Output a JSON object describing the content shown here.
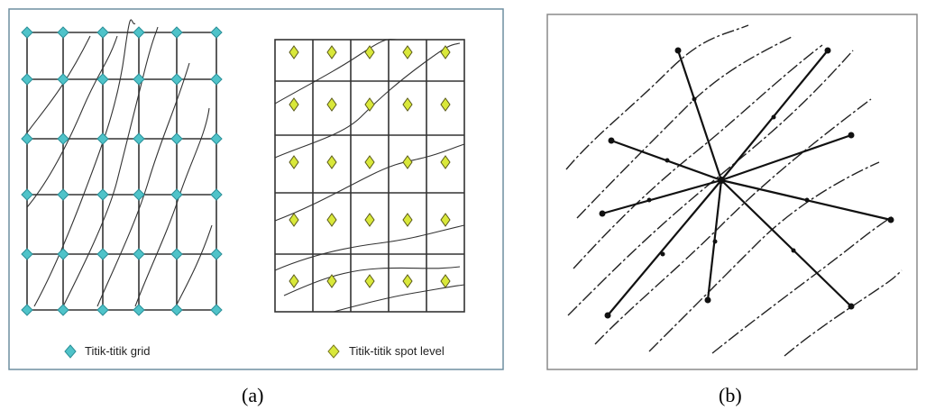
{
  "figure_a": {
    "legend": {
      "grid_points_label": "Titik-titik grid",
      "spot_level_label": "Titik-titik spot level"
    },
    "caption": "(a)",
    "colors": {
      "grid_point": "#4fc3c9",
      "spot_point": "#d9e83a",
      "frame": "#6f8fa0"
    }
  },
  "figure_b": {
    "caption": "(b)"
  }
}
